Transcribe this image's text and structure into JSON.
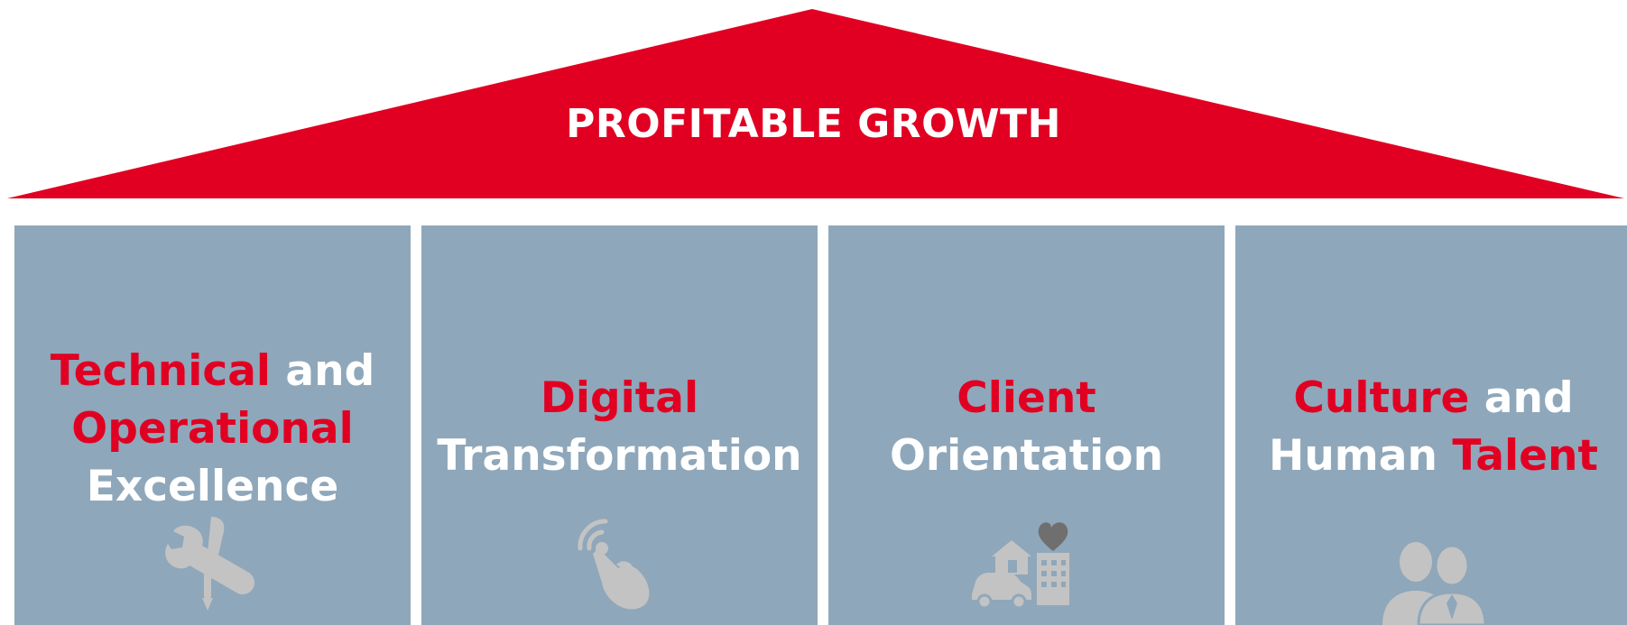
{
  "roof": {
    "title": "PROFITABLE GROWTH",
    "color": "#e10022"
  },
  "pillar_color": "#8fa7ba",
  "accent_color": "#e10022",
  "pillars": [
    {
      "lines": [
        {
          "a": "Technical",
          "b": " and"
        },
        {
          "a": "Operational"
        },
        {
          "b": "Excellence"
        }
      ],
      "icon": "tools-icon"
    },
    {
      "lines": [
        {
          "a": "Digital"
        },
        {
          "b": "Transformation"
        }
      ],
      "icon": "touch-hand-icon"
    },
    {
      "lines": [
        {
          "a": "Client"
        },
        {
          "b": "Orientation"
        }
      ],
      "icon": "home-car-heart-icon"
    },
    {
      "lines": [
        {
          "a": "Culture",
          "b": " and"
        },
        {
          "c": "Human ",
          "d": "Talent"
        }
      ],
      "icon": "people-icon"
    }
  ]
}
